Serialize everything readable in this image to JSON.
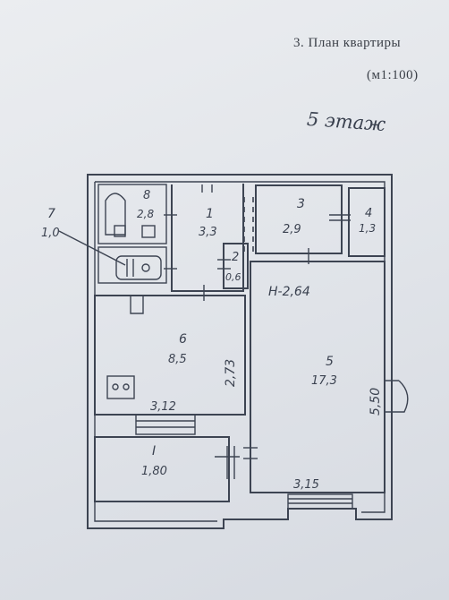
{
  "header": {
    "title": "3. План квартиры",
    "scale": "(м1:100)"
  },
  "note": "5 этаж",
  "rooms": [
    {
      "num": "1",
      "area": "3,3"
    },
    {
      "num": "2",
      "area": "0,6"
    },
    {
      "num": "3",
      "area": "2,9"
    },
    {
      "num": "4",
      "area": "1,3"
    },
    {
      "num": "5",
      "area": "17,3"
    },
    {
      "num": "6",
      "area": "8,5"
    },
    {
      "num": "7",
      "area": "1,0"
    },
    {
      "num": "8",
      "area": "2,8"
    },
    {
      "num": "I",
      "area": "1,80"
    }
  ],
  "dimensions": {
    "ceiling_height": "H-2,64",
    "kitchen_depth": "2,73",
    "kitchen_width": "3,12",
    "room_width": "3,15",
    "room_depth": "5,50"
  }
}
